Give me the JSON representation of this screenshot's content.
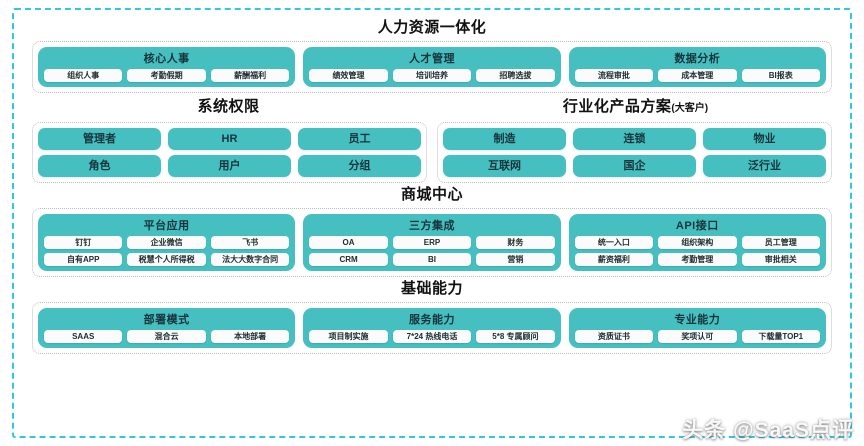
{
  "watermark": "头条 @SaaS点评",
  "sections": [
    {
      "title": "人力资源一体化",
      "subtitle": "",
      "groups": [
        {
          "title": "核心人事",
          "rows": [
            [
              "组织人事",
              "考勤假期",
              "薪酬福利"
            ]
          ]
        },
        {
          "title": "人才管理",
          "rows": [
            [
              "绩效管理",
              "培训培养",
              "招聘选拔"
            ]
          ]
        },
        {
          "title": "数据分析",
          "rows": [
            [
              "流程审批",
              "成本管理",
              "BI报表"
            ]
          ]
        }
      ]
    },
    {
      "title": "系统权限",
      "subtitle": "",
      "title2": "行业化产品方案",
      "subtitle2": "(大客户)",
      "bars_left": [
        [
          "管理者",
          "HR",
          "员工"
        ],
        [
          "角色",
          "用户",
          "分组"
        ]
      ],
      "bars_right": [
        [
          "制造",
          "连锁",
          "物业"
        ],
        [
          "互联网",
          "国企",
          "泛行业"
        ]
      ]
    },
    {
      "title": "商城中心",
      "subtitle": "",
      "groups": [
        {
          "title": "平台应用",
          "rows": [
            [
              "钉钉",
              "企业微信",
              "飞书"
            ],
            [
              "自有APP",
              "税慧个人所得税",
              "法大大数字合同"
            ]
          ]
        },
        {
          "title": "三方集成",
          "rows": [
            [
              "OA",
              "ERP",
              "财务"
            ],
            [
              "CRM",
              "BI",
              "营销"
            ]
          ]
        },
        {
          "title": "API接口",
          "rows": [
            [
              "统一入口",
              "组织架构",
              "员工管理"
            ],
            [
              "薪资福利",
              "考勤管理",
              "审批相关"
            ]
          ]
        }
      ]
    },
    {
      "title": "基础能力",
      "subtitle": "",
      "groups": [
        {
          "title": "部署模式",
          "rows": [
            [
              "SAAS",
              "混合云",
              "本地部署"
            ]
          ]
        },
        {
          "title": "服务能力",
          "rows": [
            [
              "项目制实施",
              "7*24 热线电话",
              "5*8 专属顾问"
            ]
          ]
        },
        {
          "title": "专业能力",
          "rows": [
            [
              "资质证书",
              "奖项认可",
              "下载量TOP1"
            ]
          ]
        }
      ]
    }
  ],
  "colors": {
    "teal": "#45bfc0",
    "outer_border": "#2ec8e6",
    "chip_bg": "#fbfbfb"
  }
}
